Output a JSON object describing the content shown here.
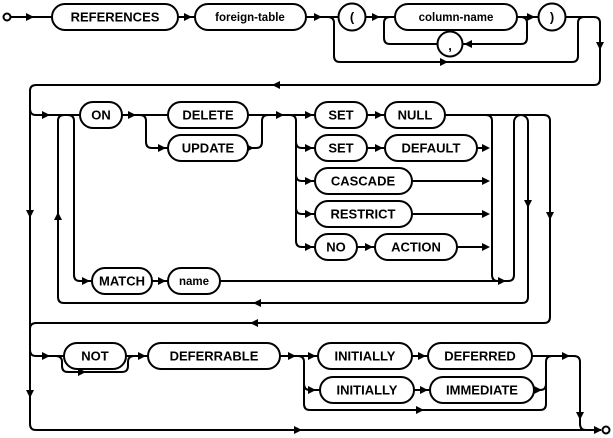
{
  "diagram": {
    "kind": "railroad-syntax-diagram",
    "colors": {
      "line": "#000000",
      "background": "#ffffff",
      "node_fill": "#ffffff"
    },
    "nodes": {
      "references": "REFERENCES",
      "foreign_table": "foreign-table",
      "open_paren": "(",
      "column_name": "column-name",
      "close_paren": ")",
      "comma": ",",
      "on": "ON",
      "delete": "DELETE",
      "update": "UPDATE",
      "set_1": "SET",
      "null": "NULL",
      "set_2": "SET",
      "default": "DEFAULT",
      "cascade": "CASCADE",
      "restrict": "RESTRICT",
      "no": "NO",
      "action": "ACTION",
      "match": "MATCH",
      "name": "name",
      "not": "NOT",
      "deferrable": "DEFERRABLE",
      "initially_1": "INITIALLY",
      "deferred": "DEFERRED",
      "initially_2": "INITIALLY",
      "immediate": "IMMEDIATE"
    }
  }
}
